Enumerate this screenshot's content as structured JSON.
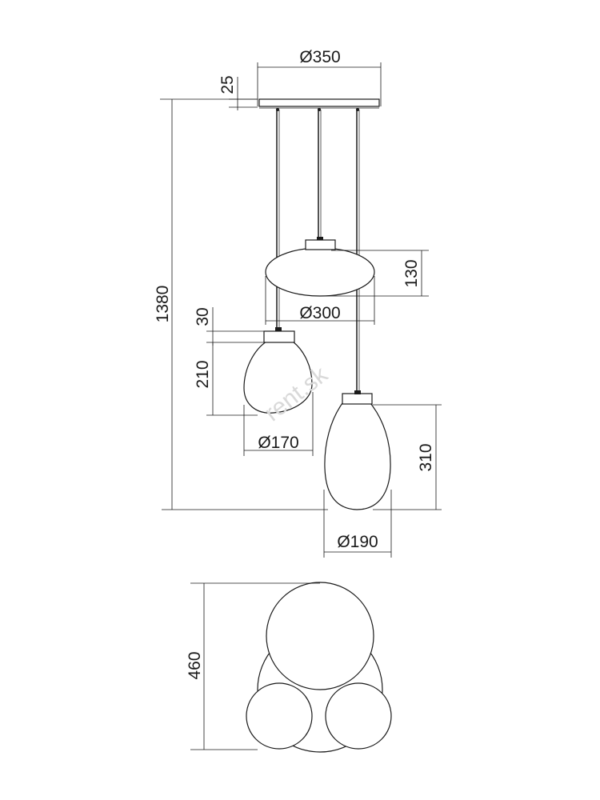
{
  "dimensions": {
    "canopy_diameter": "Ø350",
    "canopy_height": "25",
    "total_height": "1380",
    "shade1_height": "130",
    "shade1_diameter": "Ø300",
    "shade2_cap_height": "30",
    "shade2_height": "210",
    "shade2_diameter": "Ø170",
    "shade3_height": "310",
    "shade3_diameter": "Ø190",
    "top_view_depth": "460"
  },
  "watermark": "rent.sk"
}
